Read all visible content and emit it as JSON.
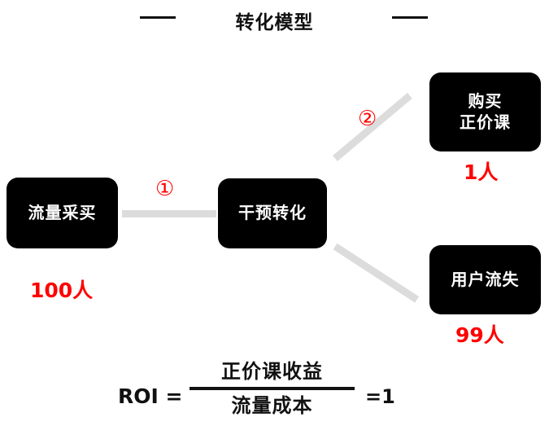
{
  "title": {
    "text": "转化模型",
    "rule_left": "horizontal-rule",
    "rule_right": "horizontal-rule"
  },
  "nodes": [
    {
      "id": "traffic",
      "label": "流量采买",
      "count": "100人"
    },
    {
      "id": "convert",
      "label": "干预转化",
      "count": ""
    },
    {
      "id": "purchase",
      "label_line1": "购买",
      "label_line2": "正价课",
      "count": "1人"
    },
    {
      "id": "churn",
      "label": "用户流失",
      "count": "99人"
    }
  ],
  "steps": [
    {
      "id": "step-1",
      "mark": "①"
    },
    {
      "id": "step-2",
      "mark": "②"
    }
  ],
  "roi": {
    "label": "ROI =",
    "numerator": "正价课收益",
    "denominator": "流量成本",
    "result": "=1"
  },
  "colors": {
    "node_fill": "#000000",
    "node_text": "#ffffff",
    "connector": "#dcdcdc",
    "accent_red": "#ff0000",
    "text": "#111111",
    "background": "#ffffff"
  }
}
